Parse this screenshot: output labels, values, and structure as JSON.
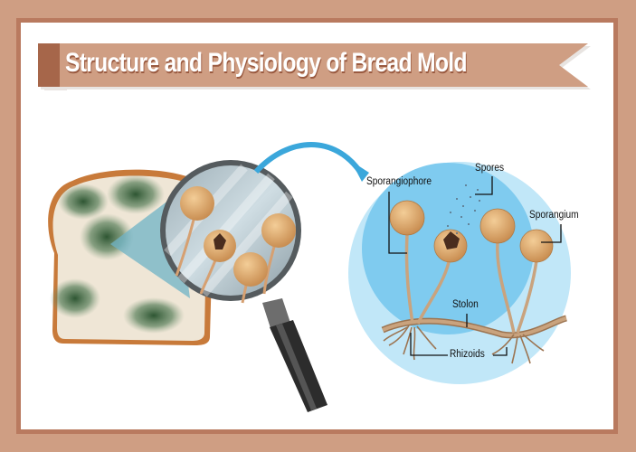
{
  "title": "Structure and Physiology of Bread Mold",
  "colors": {
    "border_outer": "#CF9E83",
    "border_inner": "#B97A5F",
    "banner": "#CF9E83",
    "banner_tab": "#A6664A",
    "circle_outer": "#BFE6F7",
    "circle_inner": "#7FCBEF",
    "arrow": "#3BA7DB",
    "mold": "#2F5B33",
    "sporangium": "#D9A66A",
    "stolon": "#B08560"
  },
  "illustration": {
    "left": [
      "bread-slice-with-mold",
      "magnifying-glass"
    ],
    "arrow": "curved-arrow"
  },
  "labels": {
    "sporangiophore": "Sporangiophore",
    "spores": "Spores",
    "sporangium": "Sporangium",
    "stolon": "Stolon",
    "rhizoids": "Rhizoids"
  }
}
